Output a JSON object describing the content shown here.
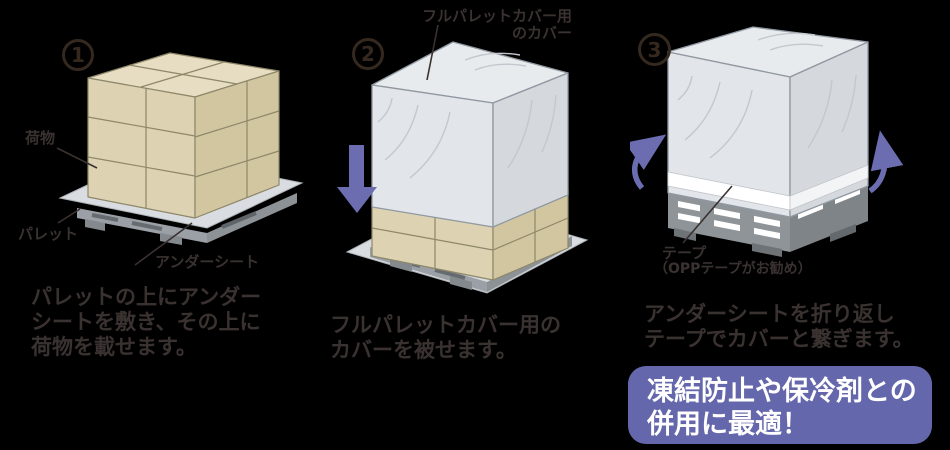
{
  "colors": {
    "background": "#000000",
    "ink": "#3a3231",
    "purple_accent": "#6b6db0",
    "callout_background": "#6467ab",
    "box_tan": "#ddd3b3",
    "cover_gray": "#e2e5e9"
  },
  "step1": {
    "number": "1",
    "label_cargo": "荷物",
    "label_pallet": "パレット",
    "label_undersheet": "アンダーシート",
    "caption_lines": [
      "パレットの上にアンダー",
      "シートを敷き、その上に",
      "荷物を載せます。"
    ]
  },
  "step2": {
    "number": "2",
    "label_cover_line1": "フルパレットカバー用",
    "label_cover_line2": "のカバー",
    "caption_lines": [
      "フルパレットカバー用の",
      "カバーを被せます。"
    ]
  },
  "step3": {
    "number": "3",
    "label_tape_line1": "テープ",
    "label_tape_line2": "（OPPテープがお勧め）",
    "caption_lines": [
      "アンダーシートを折り返し",
      "テープでカバーと繋ぎます。"
    ],
    "callout_lines": [
      "凍結防止や保冷剤との",
      "併用に最適！"
    ]
  }
}
